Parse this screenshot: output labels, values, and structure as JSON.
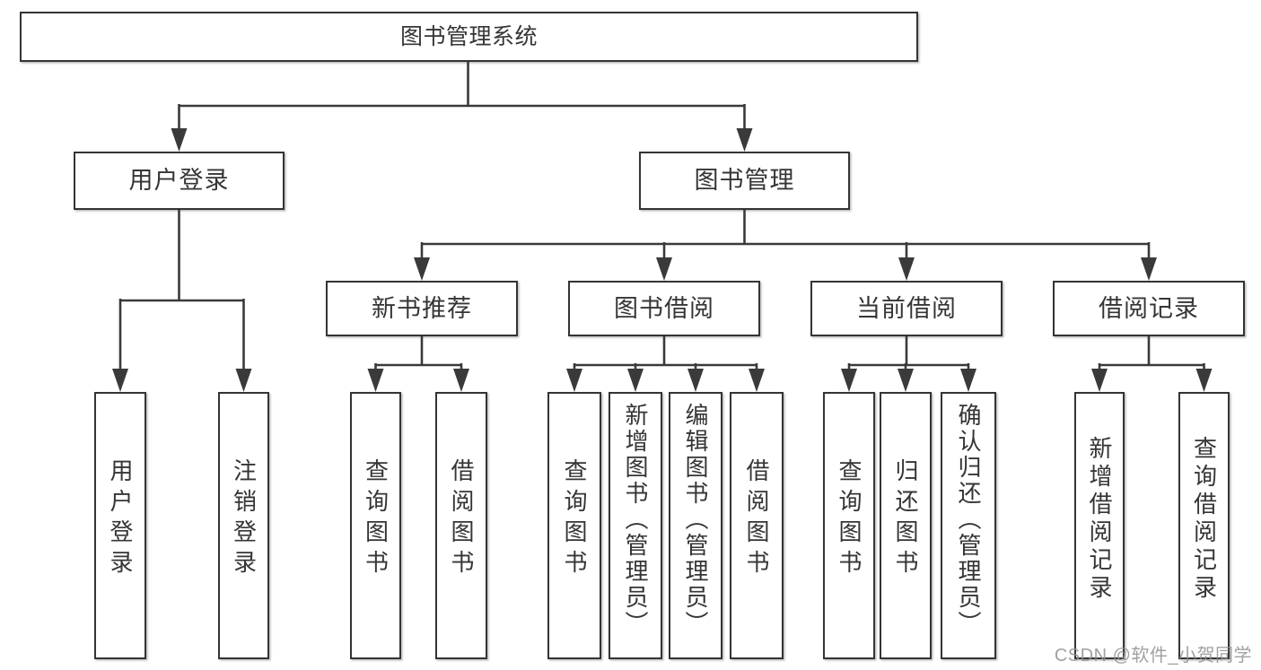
{
  "diagram": {
    "root": {
      "label": "图书管理系统"
    },
    "branches": [
      {
        "label": "用户登录",
        "children": [
          {
            "label": "用户登录"
          },
          {
            "label": "注销登录"
          }
        ]
      },
      {
        "label": "图书管理",
        "groups": [
          {
            "label": "新书推荐",
            "children": [
              {
                "label": "查询图书"
              },
              {
                "label": "借阅图书"
              }
            ]
          },
          {
            "label": "图书借阅",
            "children": [
              {
                "label": "查询图书"
              },
              {
                "label": "新增图书（管理员）"
              },
              {
                "label": "编辑图书（管理员）"
              },
              {
                "label": "借阅图书"
              }
            ]
          },
          {
            "label": "当前借阅",
            "children": [
              {
                "label": "查询图书"
              },
              {
                "label": "归还图书"
              },
              {
                "label": "确认归还（管理员）"
              }
            ]
          },
          {
            "label": "借阅记录",
            "children": [
              {
                "label": "新增借阅记录"
              },
              {
                "label": "查询借阅记录"
              }
            ]
          }
        ]
      }
    ],
    "watermark": {
      "text": "CSDN @软件_小贺同学"
    },
    "colors": {
      "line": "#3a3a3a",
      "border": "#343434",
      "text": "#353535",
      "watermark": "#919191",
      "background": "#ffffff"
    }
  }
}
